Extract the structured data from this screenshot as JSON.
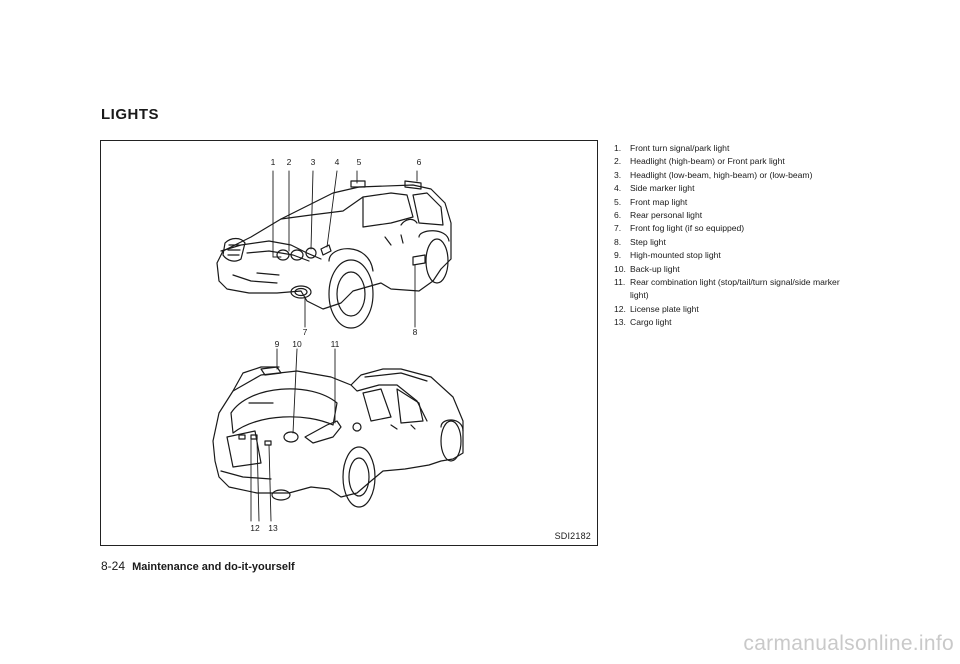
{
  "section_title": "LIGHTS",
  "figure": {
    "code": "SDI2182",
    "callouts": {
      "n1": "1",
      "n2": "2",
      "n3": "3",
      "n4": "4",
      "n5": "5",
      "n6": "6",
      "n7": "7",
      "n8": "8",
      "n9": "9",
      "n10": "10",
      "n11": "11",
      "n12": "12",
      "n13": "13"
    }
  },
  "legend": [
    {
      "num": "1.",
      "text": "Front turn signal/park light"
    },
    {
      "num": "2.",
      "text": "Headlight (high-beam) or Front park light"
    },
    {
      "num": "3.",
      "text": "Headlight (low-beam, high-beam) or (low-beam)"
    },
    {
      "num": "4.",
      "text": "Side marker light"
    },
    {
      "num": "5.",
      "text": "Front map light"
    },
    {
      "num": "6.",
      "text": "Rear personal light"
    },
    {
      "num": "7.",
      "text": "Front fog light (if so equipped)"
    },
    {
      "num": "8.",
      "text": "Step light"
    },
    {
      "num": "9.",
      "text": "High-mounted stop light"
    },
    {
      "num": "10.",
      "text": "Back-up light"
    },
    {
      "num": "11.",
      "text": "Rear combination light (stop/tail/turn signal/side marker light)"
    },
    {
      "num": "12.",
      "text": "License plate light"
    },
    {
      "num": "13.",
      "text": "Cargo light"
    }
  ],
  "footer": {
    "page_number": "8-24",
    "section_name": "Maintenance and do-it-yourself"
  },
  "watermark": "carmanualsonline.info"
}
